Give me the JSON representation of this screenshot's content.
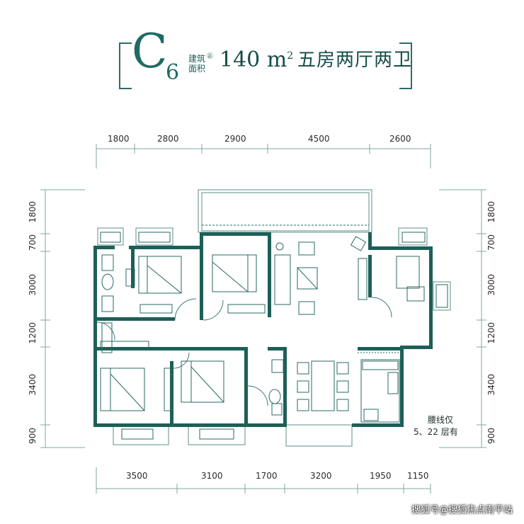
{
  "header": {
    "type_letter": "C",
    "type_number": "6",
    "area_label_line1": "建筑",
    "area_label_line2": "面积",
    "area_suffix_mark": "㊣",
    "area_value": "140",
    "area_unit": "m",
    "area_unit_sup": "2",
    "layout_text": "五房两厅两卫"
  },
  "dimensions": {
    "top": [
      "1800",
      "2800",
      "2900",
      "4500",
      "2600"
    ],
    "bottom": [
      "3500",
      "3100",
      "1700",
      "3200",
      "1950",
      "1150"
    ],
    "left": [
      "1800",
      "700",
      "3000",
      "1200",
      "3400",
      "900"
    ],
    "right": [
      "1800",
      "700",
      "3000",
      "1200",
      "3400",
      "900"
    ]
  },
  "note": {
    "line1": "腰线仅",
    "line2": "5、22 层有"
  },
  "watermark": "搜狐号@搜狐焦点南平站",
  "colors": {
    "wall": "#1d5f57",
    "accent": "#1f6b63",
    "line": "#7fa9a4"
  }
}
